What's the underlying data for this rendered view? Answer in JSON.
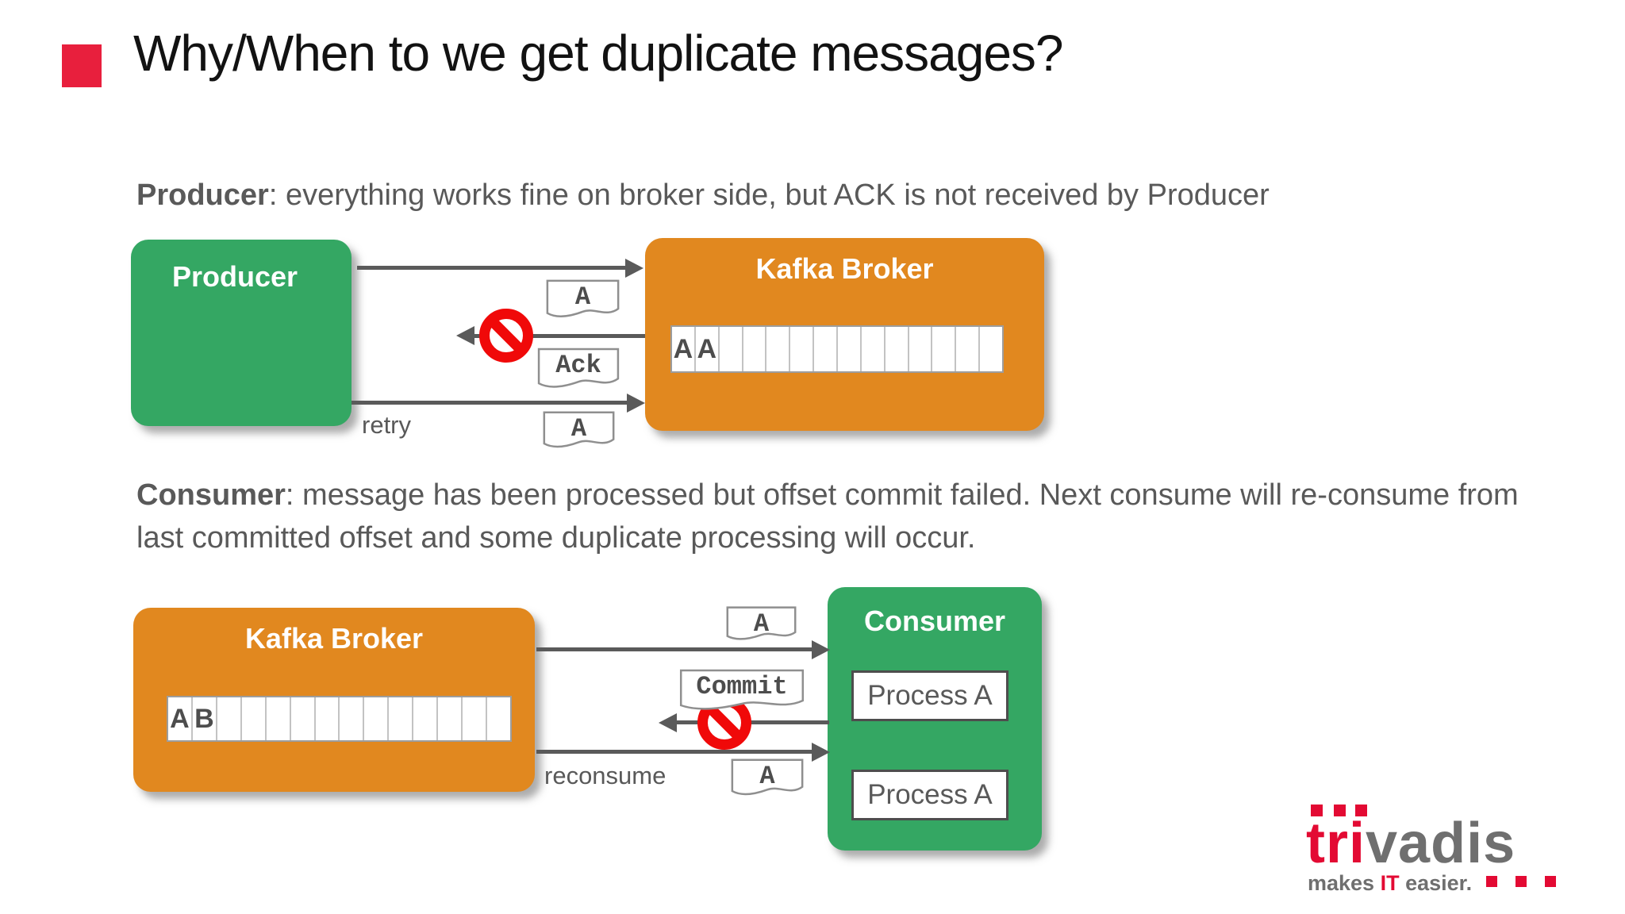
{
  "title": {
    "text": "Why/When to we get duplicate messages?"
  },
  "sections": {
    "producer": {
      "lead": "Producer",
      "body": ": everything works fine on broker side, but ACK is not received by Producer"
    },
    "consumer": {
      "lead": "Consumer",
      "body": ": message has been processed but offset commit failed. Next consume will re-consume from last committed offset and some duplicate processing will occur."
    }
  },
  "producer_flow": {
    "producer_label": "Producer",
    "broker_label": "Kafka Broker",
    "partition_cells": [
      "A",
      "A",
      "",
      "",
      "",
      "",
      "",
      "",
      "",
      "",
      "",
      "",
      "",
      ""
    ],
    "msg_note": "A",
    "ack_note": "Ack",
    "retry_note": "A",
    "retry_label": "retry"
  },
  "consumer_flow": {
    "broker_label": "Kafka Broker",
    "partition_cells": [
      "A",
      "B",
      "",
      "",
      "",
      "",
      "",
      "",
      "",
      "",
      "",
      "",
      "",
      ""
    ],
    "consumer_label": "Consumer",
    "process_labels": [
      "Process A",
      "Process A"
    ],
    "msg_note": "A",
    "commit_note": "Commit",
    "reconsume_note": "A",
    "reconsume_label": "reconsume"
  },
  "logo": {
    "brand_primary": "tri",
    "brand_secondary": "vadis",
    "tagline_prefix": "makes ",
    "tagline_accent": "IT",
    "tagline_suffix": " easier."
  },
  "colors": {
    "accent_red": "#e81f3d",
    "producer_green": "#34a763",
    "broker_orange": "#e1881f",
    "text_gray": "#595959",
    "arrow_gray": "#5a5a5a",
    "prohibition_red": "#f00909",
    "logo_red": "#e30a33",
    "logo_gray": "#6f6f6f"
  }
}
